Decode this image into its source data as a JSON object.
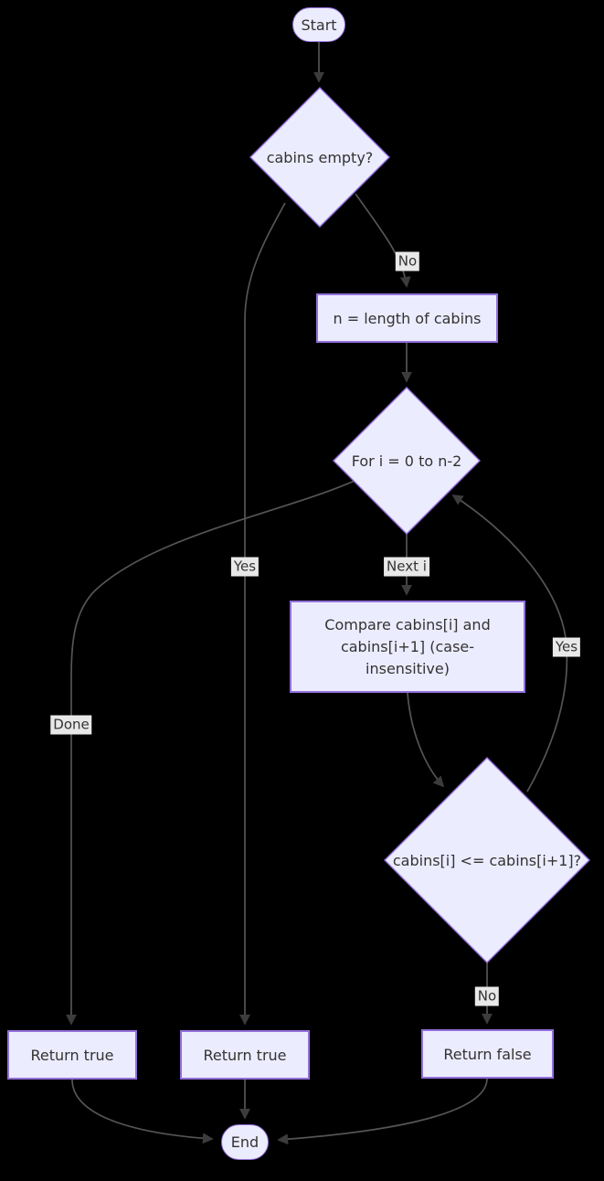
{
  "diagram": {
    "type": "flowchart",
    "colors": {
      "background": "#000000",
      "node_fill": "#ECECFF",
      "node_border": "#9370DB",
      "edge_stroke": "#555555",
      "edge_label_bg": "#e8e8e8",
      "text": "#333333"
    },
    "nodes": [
      {
        "id": "start",
        "shape": "stadium",
        "label": "Start"
      },
      {
        "id": "check_empty",
        "shape": "diamond",
        "label": "cabins empty?"
      },
      {
        "id": "set_n",
        "shape": "rect",
        "label": "n = length of cabins"
      },
      {
        "id": "for_loop",
        "shape": "diamond",
        "label": "For i = 0 to n-2"
      },
      {
        "id": "compare",
        "shape": "rect",
        "label": "Compare cabins[i] and cabins[i+1] (case-insensitive)"
      },
      {
        "id": "check_order",
        "shape": "diamond",
        "label": "cabins[i] <= cabins[i+1]?"
      },
      {
        "id": "return_true_left",
        "shape": "rect",
        "label": "Return true"
      },
      {
        "id": "return_true_mid",
        "shape": "rect",
        "label": "Return true"
      },
      {
        "id": "return_false",
        "shape": "rect",
        "label": "Return false"
      },
      {
        "id": "end",
        "shape": "stadium",
        "label": "End"
      }
    ],
    "edges": [
      {
        "from": "start",
        "to": "check_empty",
        "label": ""
      },
      {
        "from": "check_empty",
        "to": "set_n",
        "label": "No"
      },
      {
        "from": "check_empty",
        "to": "return_true_mid",
        "label": "Yes"
      },
      {
        "from": "set_n",
        "to": "for_loop",
        "label": ""
      },
      {
        "from": "for_loop",
        "to": "compare",
        "label": "Next i"
      },
      {
        "from": "for_loop",
        "to": "return_true_left",
        "label": "Done"
      },
      {
        "from": "compare",
        "to": "check_order",
        "label": ""
      },
      {
        "from": "check_order",
        "to": "for_loop",
        "label": "Yes"
      },
      {
        "from": "check_order",
        "to": "return_false",
        "label": "No"
      },
      {
        "from": "return_true_left",
        "to": "end",
        "label": ""
      },
      {
        "from": "return_true_mid",
        "to": "end",
        "label": ""
      },
      {
        "from": "return_false",
        "to": "end",
        "label": ""
      }
    ]
  }
}
